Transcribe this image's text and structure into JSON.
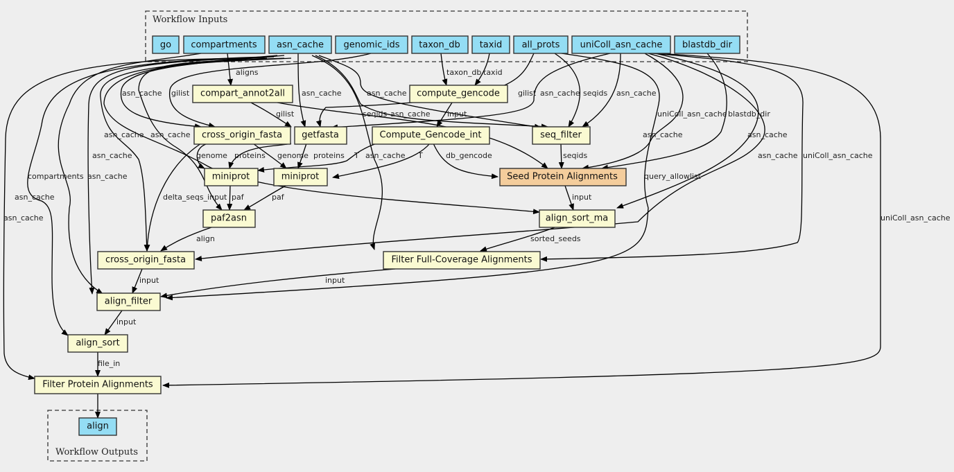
{
  "clusters": {
    "inputs_label": "Workflow Inputs",
    "outputs_label": "Workflow Outputs"
  },
  "inputs": [
    "go",
    "compartments",
    "asn_cache",
    "genomic_ids",
    "taxon_db",
    "taxid",
    "all_prots",
    "uniColl_asn_cache",
    "blastdb_dir"
  ],
  "steps": {
    "compart_annot2all": "compart_annot2all",
    "compute_gencode": "compute_gencode",
    "cross_origin_fasta_1": "cross_origin_fasta",
    "getfasta": "getfasta",
    "compute_gencode_int": "Compute_Gencode_int",
    "seq_filter": "seq_filter",
    "miniprot_1": "miniprot",
    "miniprot_2": "miniprot",
    "seed_protein_alignments": "Seed Protein Alignments",
    "paf2asn": "paf2asn",
    "align_sort_ma": "align_sort_ma",
    "cross_origin_fasta_2": "cross_origin_fasta",
    "filter_full_coverage": "Filter Full-Coverage Alignments",
    "align_filter": "align_filter",
    "align_sort": "align_sort",
    "filter_protein_alignments": "Filter Protein Alignments"
  },
  "outputs": [
    "align"
  ],
  "edge_labels": {
    "aligns": "aligns",
    "asn_cache": "asn_cache",
    "gilist": "gilist",
    "taxon_db": "taxon_db",
    "taxid": "taxid",
    "seqids": "seqids",
    "input": "input",
    "uniColl_asn_cache": "uniColl_asn_cache",
    "blastdb_dir": "blastdb_dir",
    "genome": "genome",
    "proteins": "proteins",
    "T": "T",
    "db_gencode": "db_gencode",
    "compartments": "compartments",
    "delta_seqs_input": "delta_seqs_input",
    "paf": "paf",
    "query_allowlist": "query_allowlist",
    "align": "align",
    "sorted_seeds": "sorted_seeds",
    "file_in": "file_in"
  },
  "colors": {
    "input_fill": "#94ddf4",
    "step_fill": "#fafad2",
    "subworkflow_fill": "#f4cd9c",
    "background": "#eeeeee"
  }
}
